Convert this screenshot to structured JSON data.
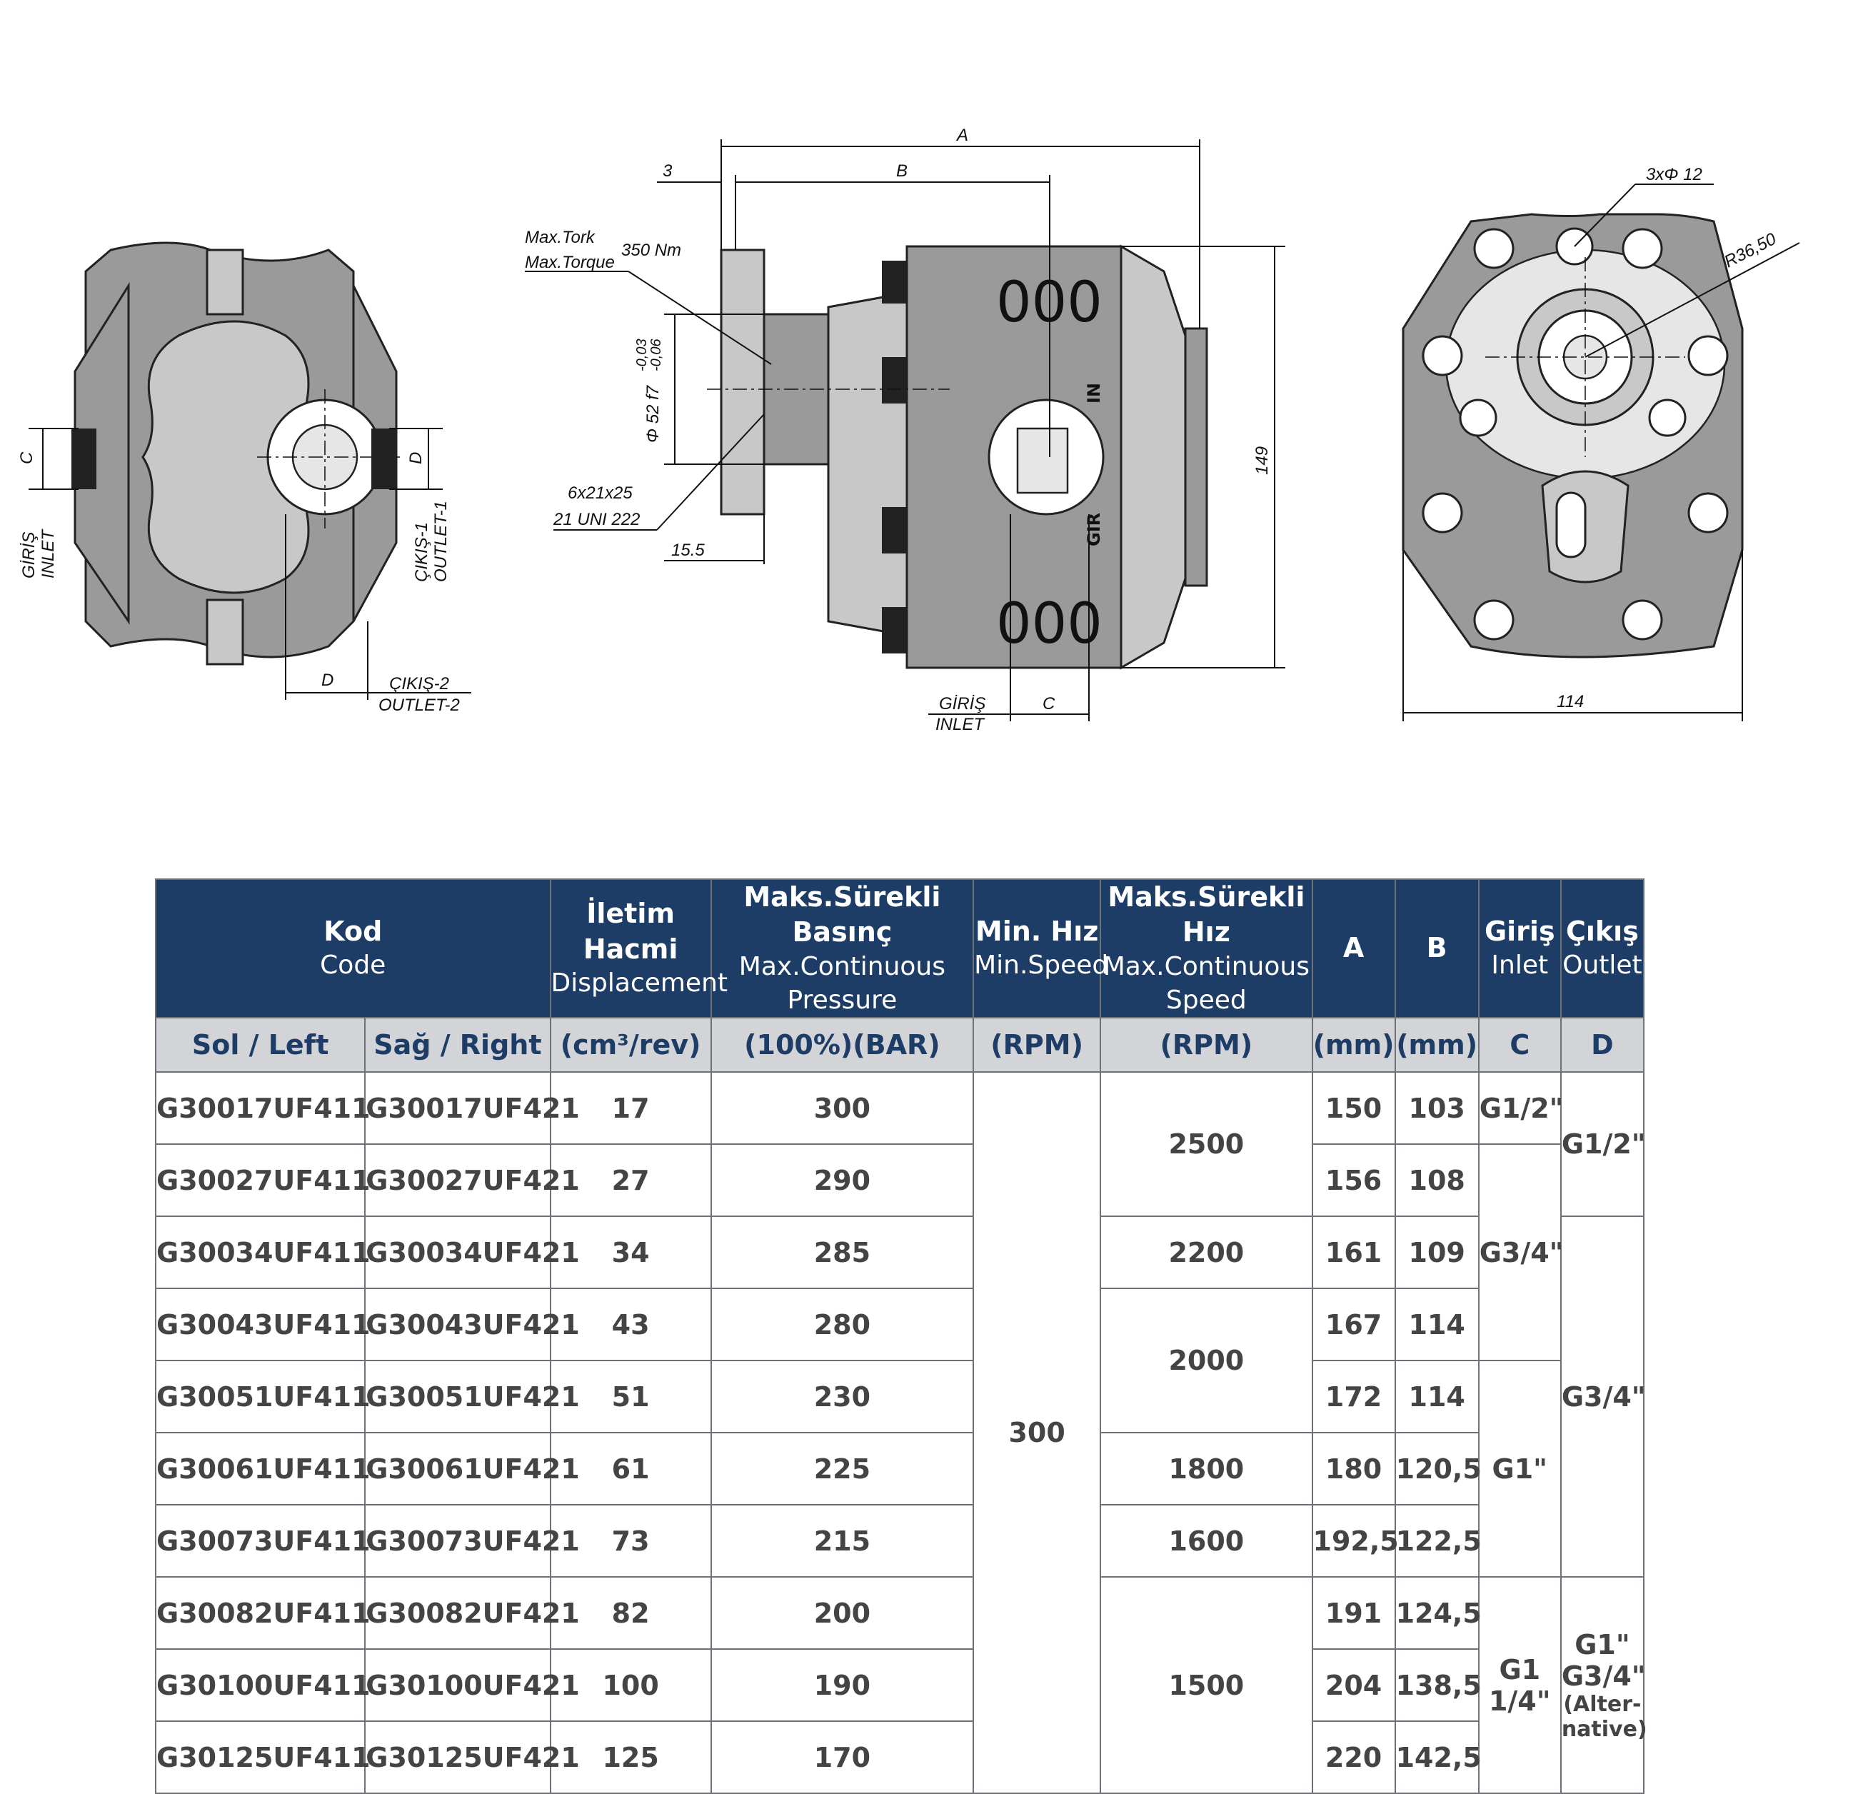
{
  "drawing": {
    "left_view": {
      "inlet_label_tr": "GİRİŞ",
      "inlet_label_en": "INLET",
      "outlet1_label_tr": "ÇIKIŞ-1",
      "outlet1_label_en": "OUTLET-1",
      "outlet2_label_tr": "ÇIKIŞ-2",
      "outlet2_label_en": "OUTLET-2",
      "dim_c": "C",
      "dim_d": "D",
      "dim_d_bottom": "D"
    },
    "side_view": {
      "dim_a": "A",
      "dim_b": "B",
      "dim_3": "3",
      "torque_tr": "Max.Tork",
      "torque_en": "Max.Torque",
      "torque_value": "350 Nm",
      "shaft_dia": "Φ 52 f7",
      "tol_upper": "-0,03",
      "tol_lower": "-0,06",
      "spline_1": "6x21x25",
      "spline_2": "21 UNI 222",
      "dim_15_5": "15.5",
      "dim_149": "149",
      "inlet_label_tr": "GİRİŞ",
      "inlet_label_en": "INLET",
      "dim_c": "C",
      "mark_in": "IN",
      "mark_gir": "GIR",
      "digits_top": "000",
      "digits_bottom": "000"
    },
    "front_view": {
      "holes": "3xΦ 12",
      "radius": "R36,50",
      "dim_114": "114"
    }
  },
  "table": {
    "headers": {
      "code_tr": "Kod",
      "code_en": "Code",
      "disp_tr": "İletim Hacmi",
      "disp_en": "Displacement",
      "press_tr": "Maks.Sürekli Basınç",
      "press_en": "Max.Continuous Pressure",
      "minspeed_tr": "Min. Hız",
      "minspeed_en": "Min.Speed",
      "maxspeed_tr": "Maks.Sürekli Hız",
      "maxspeed_en": "Max.Continuous Speed",
      "a": "A",
      "b": "B",
      "inlet_tr": "Giriş",
      "inlet_en": "Inlet",
      "outlet_tr": "Çıkış",
      "outlet_en": "Outlet"
    },
    "subheaders": {
      "left": "Sol / Left",
      "right": "Sağ / Right",
      "disp_unit": "(cm³/rev)",
      "press_unit": "(100%)(BAR)",
      "minspeed_unit": "(RPM)",
      "maxspeed_unit": "(RPM)",
      "a_unit": "(mm)",
      "b_unit": "(mm)",
      "inlet": "C",
      "outlet": "D"
    },
    "rows": [
      {
        "left": "G30017UF411",
        "right": "G30017UF421",
        "disp": "17",
        "press": "300",
        "a": "150",
        "b": "103"
      },
      {
        "left": "G30027UF411",
        "right": "G30027UF421",
        "disp": "27",
        "press": "290",
        "a": "156",
        "b": "108"
      },
      {
        "left": "G30034UF411",
        "right": "G30034UF421",
        "disp": "34",
        "press": "285",
        "a": "161",
        "b": "109"
      },
      {
        "left": "G30043UF411",
        "right": "G30043UF421",
        "disp": "43",
        "press": "280",
        "a": "167",
        "b": "114"
      },
      {
        "left": "G30051UF411",
        "right": "G30051UF421",
        "disp": "51",
        "press": "230",
        "a": "172",
        "b": "114"
      },
      {
        "left": "G30061UF411",
        "right": "G30061UF421",
        "disp": "61",
        "press": "225",
        "a": "180",
        "b": "120,5"
      },
      {
        "left": "G30073UF411",
        "right": "G30073UF421",
        "disp": "73",
        "press": "215",
        "a": "192,5",
        "b": "122,5"
      },
      {
        "left": "G30082UF411",
        "right": "G30082UF421",
        "disp": "82",
        "press": "200",
        "a": "191",
        "b": "124,5"
      },
      {
        "left": "G30100UF411",
        "right": "G30100UF421",
        "disp": "100",
        "press": "190",
        "a": "204",
        "b": "138,5"
      },
      {
        "left": "G30125UF411",
        "right": "G30125UF421",
        "disp": "125",
        "press": "170",
        "a": "220",
        "b": "142,5"
      }
    ],
    "merged": {
      "min_speed": "300",
      "speed_2500": "2500",
      "speed_2200": "2200",
      "speed_2000": "2000",
      "speed_1800": "1800",
      "speed_1600": "1600",
      "speed_1500": "1500",
      "inlet_g12": "G1/2\"",
      "inlet_g34": "G3/4\"",
      "inlet_g1": "G1\"",
      "inlet_g114_line1": "G1",
      "inlet_g114_line2": "1/4\"",
      "outlet_g12": "G1/2\"",
      "outlet_g34": "G3/4\"",
      "outlet_alt_line1": "G1\"",
      "outlet_alt_line2": "G3/4\"",
      "outlet_alt_line3": "(Alter-",
      "outlet_alt_line4": "native)"
    }
  }
}
